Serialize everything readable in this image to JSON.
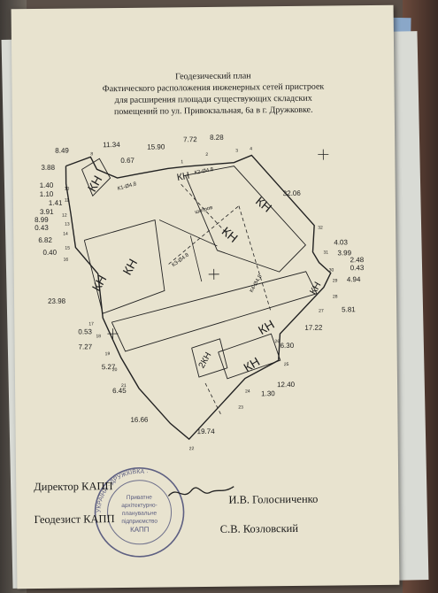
{
  "document": {
    "title_lines": [
      "Геодезический план",
      "Фактического расположения инженерных сетей  пристроек",
      "для расширения площади существующих складских",
      "помещений по ул. Привокзальная, 6а в г. Дружковке."
    ],
    "signatures": [
      {
        "role": "Директор КАПП",
        "name": "И.В. Голосниченко"
      },
      {
        "role": "Геодезист КАПП",
        "name": "С.В. Козловский"
      }
    ]
  },
  "plan": {
    "building_marker": "КН",
    "dimensions": [
      "8.49",
      "11.34",
      "15.90",
      "7.72",
      "8.28",
      "0.67",
      "3.88",
      "1.40",
      "1.10",
      "1.41",
      "3.91",
      "8.99",
      "0.43",
      "6.82",
      "0.40",
      "23.98",
      "0.53",
      "7.27",
      "5.27",
      "6.45",
      "16.66",
      "19.74",
      "32.06",
      "4.03",
      "3.99",
      "2.48",
      "0.43",
      "4.94",
      "5.81",
      "17.22",
      "6.30",
      "12.40",
      "1.30"
    ],
    "point_numbers": [
      "8",
      "1",
      "2",
      "3",
      "4",
      "10",
      "11",
      "12",
      "13",
      "14",
      "15",
      "16",
      "17",
      "18",
      "19",
      "20",
      "21",
      "22",
      "23",
      "24",
      "25",
      "26",
      "27",
      "28",
      "29",
      "30",
      "31",
      "32"
    ],
    "ke_labels": [
      "К1-Ø4.8",
      "К2-Ø4.8",
      "К3-Ø4.8",
      "К4-Ø4.8"
    ],
    "misc_labels": [
      "шатров",
      "2КН"
    ]
  },
  "stamp": {
    "text_lines": [
      "Приватне",
      "архітектурно-",
      "планувальне",
      "підприємство",
      "КАПП"
    ],
    "ring_text": "УКРАЇНА · ДРУЖКІВКА ·"
  },
  "colors": {
    "paper": "#e8e3cf",
    "ink": "#1d1d1d",
    "stamp": "#3b3f6e"
  }
}
